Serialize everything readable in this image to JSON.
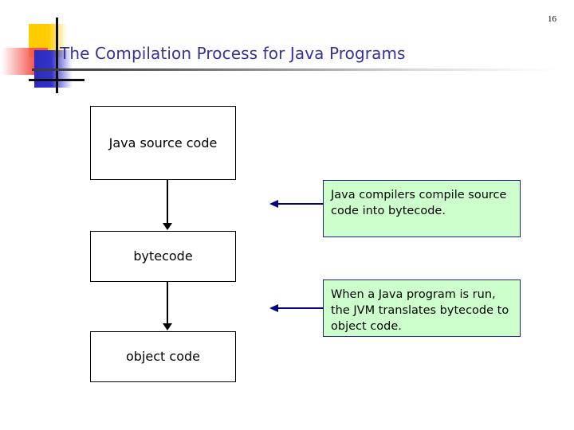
{
  "slide": {
    "page_number": "16",
    "title": "The Compilation Process for Java Programs",
    "title_color": "#333399",
    "background_color": "#ffffff"
  },
  "decoration": {
    "yellow_color": "#ffcc00",
    "red_color": "#f4544c",
    "blue_color": "#3333cc",
    "cross_color": "#0d0d0d",
    "rule_color": "#3a3a3a"
  },
  "flow": {
    "boxes": [
      {
        "id": "source",
        "label": "Java source code"
      },
      {
        "id": "bytecode",
        "label": "bytecode"
      },
      {
        "id": "object",
        "label": "object code"
      }
    ],
    "box_border_color": "#000000",
    "box_fill_color": "#ffffff",
    "arrow_color": "#000000"
  },
  "callouts": [
    {
      "id": "compile",
      "text": "Java compilers compile source code into bytecode."
    },
    {
      "id": "run",
      "text": "When a Java program is run, the JVM translates bytecode to object code."
    }
  ],
  "callout_style": {
    "fill_color": "#ccffcc",
    "border_color": "#1f1f8f",
    "pointer_color": "#000080"
  }
}
